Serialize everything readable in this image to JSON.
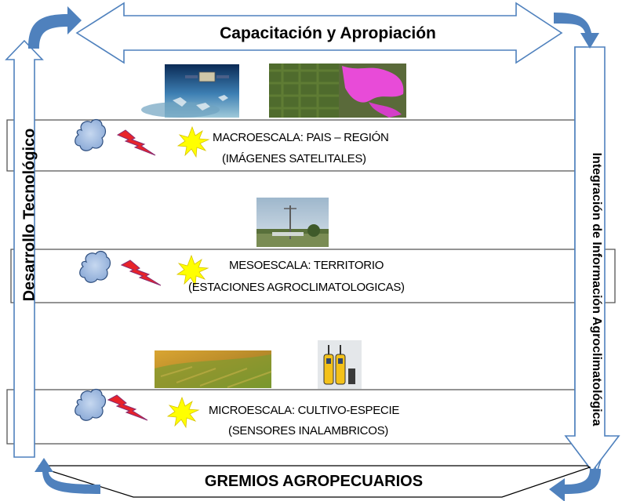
{
  "top_arrow": {
    "label": "Capacitación y Apropiación"
  },
  "left_column": {
    "label": "Desarrollo Tecnológico"
  },
  "right_column": {
    "label": "Integración de Información Agroclimatológica"
  },
  "bottom_bar": {
    "label": "GREMIOS AGROPECUARIOS"
  },
  "scales": [
    {
      "title": "MACROESCALA: PAIS – REGIÓN",
      "subtitle": "(IMÁGENES SATELITALES)"
    },
    {
      "title": "MESOESCALA: TERRITORIO",
      "subtitle": "(ESTACIONES AGROCLIMATOLOGICAS)"
    },
    {
      "title": "MICROESCALA: CULTIVO-ESPECIE",
      "subtitle": "(SENSORES  INALAMBRICOS)"
    }
  ],
  "icons": [
    "cloud-icon",
    "lightning-icon",
    "sun-icon",
    "satellite-image",
    "satellite-map-image",
    "weather-station-image",
    "crop-field-image",
    "wireless-sensor-image"
  ],
  "colors": {
    "arrow_outline": "#4f81bd",
    "curved_arrows": "#4f81bd",
    "cloud": "#a8c2e6",
    "lightning": "#e8232a",
    "sun": "#ffff00",
    "lines": "#555555"
  }
}
